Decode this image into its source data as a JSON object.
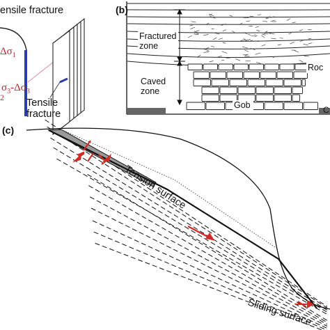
{
  "panel_a": {
    "tensile_fracture_top": "ensile fracture",
    "sigma1": "Δσ",
    "sigma1_sub": "1",
    "sigma3_a": "σ",
    "sigma3_a_sub": "3",
    "sigma3_dash": "-Δσ",
    "sigma3_b_sub": "3",
    "sigma2_sub": "2",
    "tensile": "Tensile",
    "fracture": "fracture"
  },
  "panel_b": {
    "tag": "(b)",
    "fractured": "Fractured",
    "fractured_zone": "zone",
    "caved": "Caved",
    "caved_zone": "zone",
    "rock": "Roc",
    "gob": "Gob",
    "corner": "C"
  },
  "panel_c": {
    "tag": "(c)",
    "tension": "Tension surface",
    "sliding": "Sliding surface"
  },
  "colors": {
    "red": "#c0262b",
    "blue": "#2b3ea8",
    "line": "#111111",
    "gray_fill": "#9a9a9a"
  }
}
